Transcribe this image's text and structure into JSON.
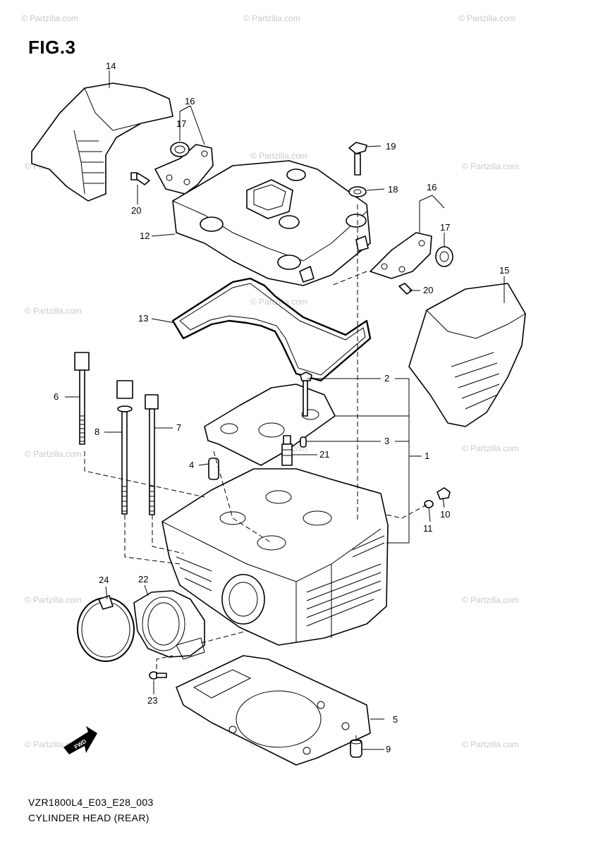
{
  "figure": {
    "title": "FIG.3",
    "code": "VZR1800L4_E03_E28_003",
    "name": "CYLINDER HEAD (REAR)"
  },
  "watermark": "© Partzilla.com",
  "callouts": {
    "c1": "1",
    "c2": "2",
    "c3": "3",
    "c4": "4",
    "c5": "5",
    "c6": "6",
    "c7": "7",
    "c8": "8",
    "c9": "9",
    "c10": "10",
    "c11": "11",
    "c12": "12",
    "c13": "13",
    "c14": "14",
    "c15": "15",
    "c16a": "16",
    "c16b": "16",
    "c17a": "17",
    "c17b": "17",
    "c18": "18",
    "c19": "19",
    "c20a": "20",
    "c20b": "20",
    "c21": "21",
    "c22": "22",
    "c23": "23",
    "c24": "24"
  },
  "fwd_label": "FWD"
}
